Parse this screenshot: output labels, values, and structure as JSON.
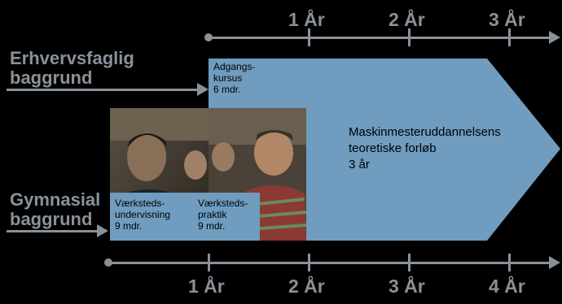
{
  "top_axis": {
    "ticks": [
      "1 År",
      "2 År",
      "3 År"
    ]
  },
  "bottom_axis": {
    "ticks": [
      "1 År",
      "2 År",
      "3 År",
      "4 År"
    ]
  },
  "backgrounds": {
    "vocational": [
      "Erhvervsfaglig",
      "baggrund"
    ],
    "gymnasium": [
      "Gymnasial",
      "baggrund"
    ]
  },
  "stages": {
    "access_course": [
      "Adgangs-",
      "kursus",
      "6 mdr."
    ],
    "workshop_teaching": [
      "Værksteds-",
      "undervisning",
      "9 mdr."
    ],
    "workshop_practice": [
      "Værksteds-",
      "praktik",
      "9 mdr."
    ]
  },
  "main_program": [
    "Maskinmesteruddannelsens",
    "teoretiske forløb",
    "3 år"
  ],
  "colors": {
    "axis": "#8a9198",
    "program": "#6f9cbf",
    "background": "#000000"
  }
}
